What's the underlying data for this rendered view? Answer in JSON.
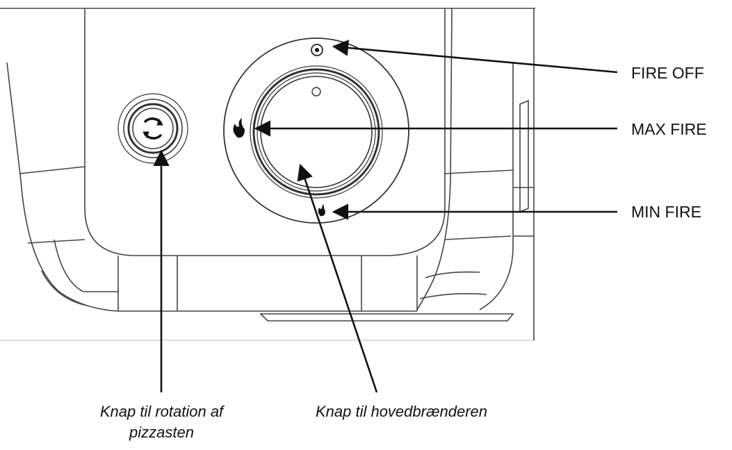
{
  "labels": {
    "fire_off": "FIRE OFF",
    "max_fire": "MAX FIRE",
    "min_fire": "MIN FIRE"
  },
  "captions": {
    "rotation_line1": "Knap til rotation af",
    "rotation_line2": "pizzasten",
    "main_burner": "Knap til hovedbrænderen"
  },
  "icons": [
    "off-icon",
    "max-flame-icon",
    "min-flame-icon",
    "rotation-icon"
  ],
  "colors": {
    "line": "#1a1a1a",
    "outline": "#333333",
    "background": "#ffffff"
  }
}
